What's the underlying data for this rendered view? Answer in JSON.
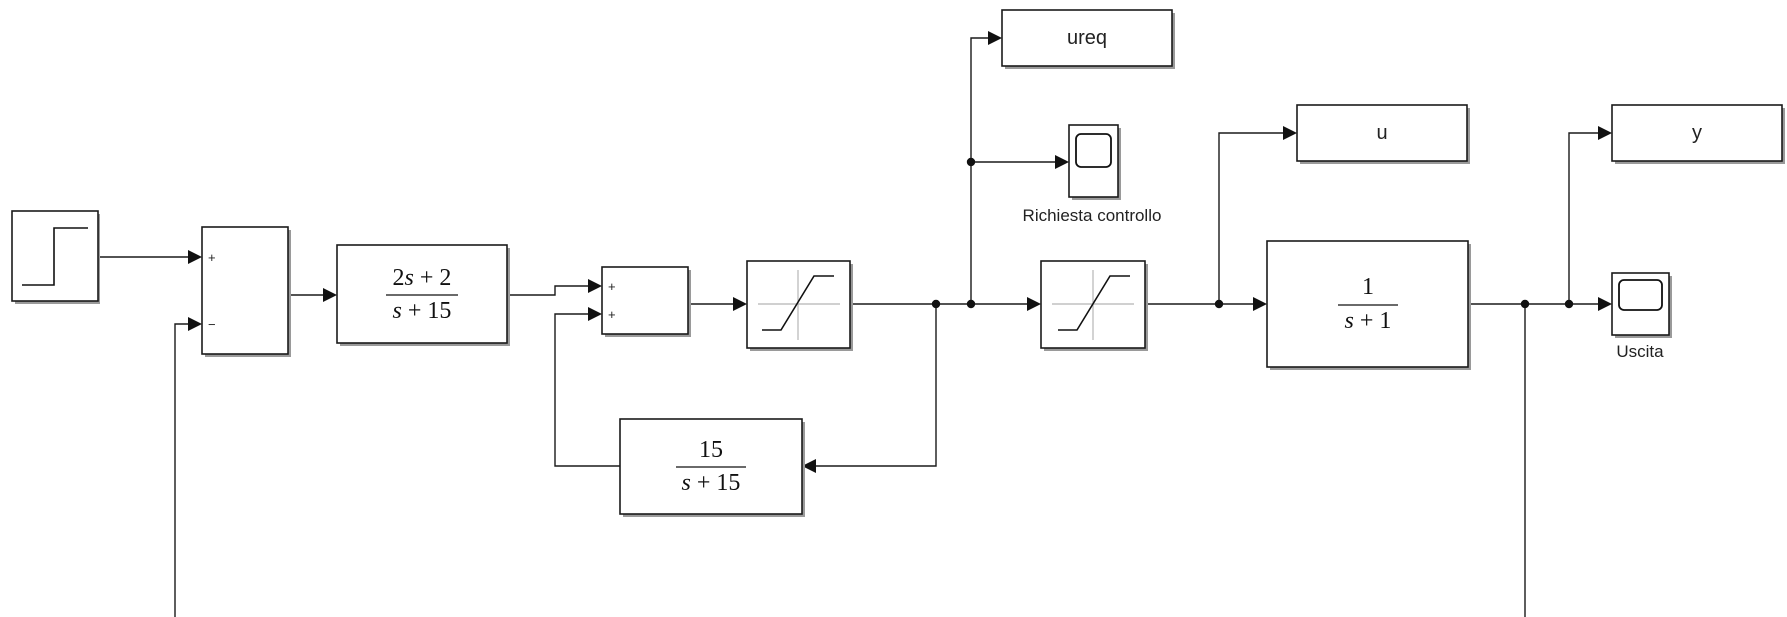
{
  "blocks": {
    "step": {
      "name": "step"
    },
    "sum1": {
      "sign_top": "+",
      "sign_bottom": "−"
    },
    "controller": {
      "num_a": "2",
      "num_var": "s",
      "num_b": " + 2",
      "den_var": "s",
      "den_b": " + 15"
    },
    "sum2": {
      "sign_top": "+",
      "sign_bottom": "+"
    },
    "feedback_filter": {
      "num": "15",
      "den_var": "s",
      "den_b": " + 15"
    },
    "plant": {
      "num": "1",
      "den_var": "s",
      "den_b": " + 1"
    }
  },
  "outputs": {
    "ureq": "ureq",
    "u": "u",
    "y": "y"
  },
  "scopes": {
    "control_request": "Richiesta controllo",
    "output": "Uscita"
  }
}
